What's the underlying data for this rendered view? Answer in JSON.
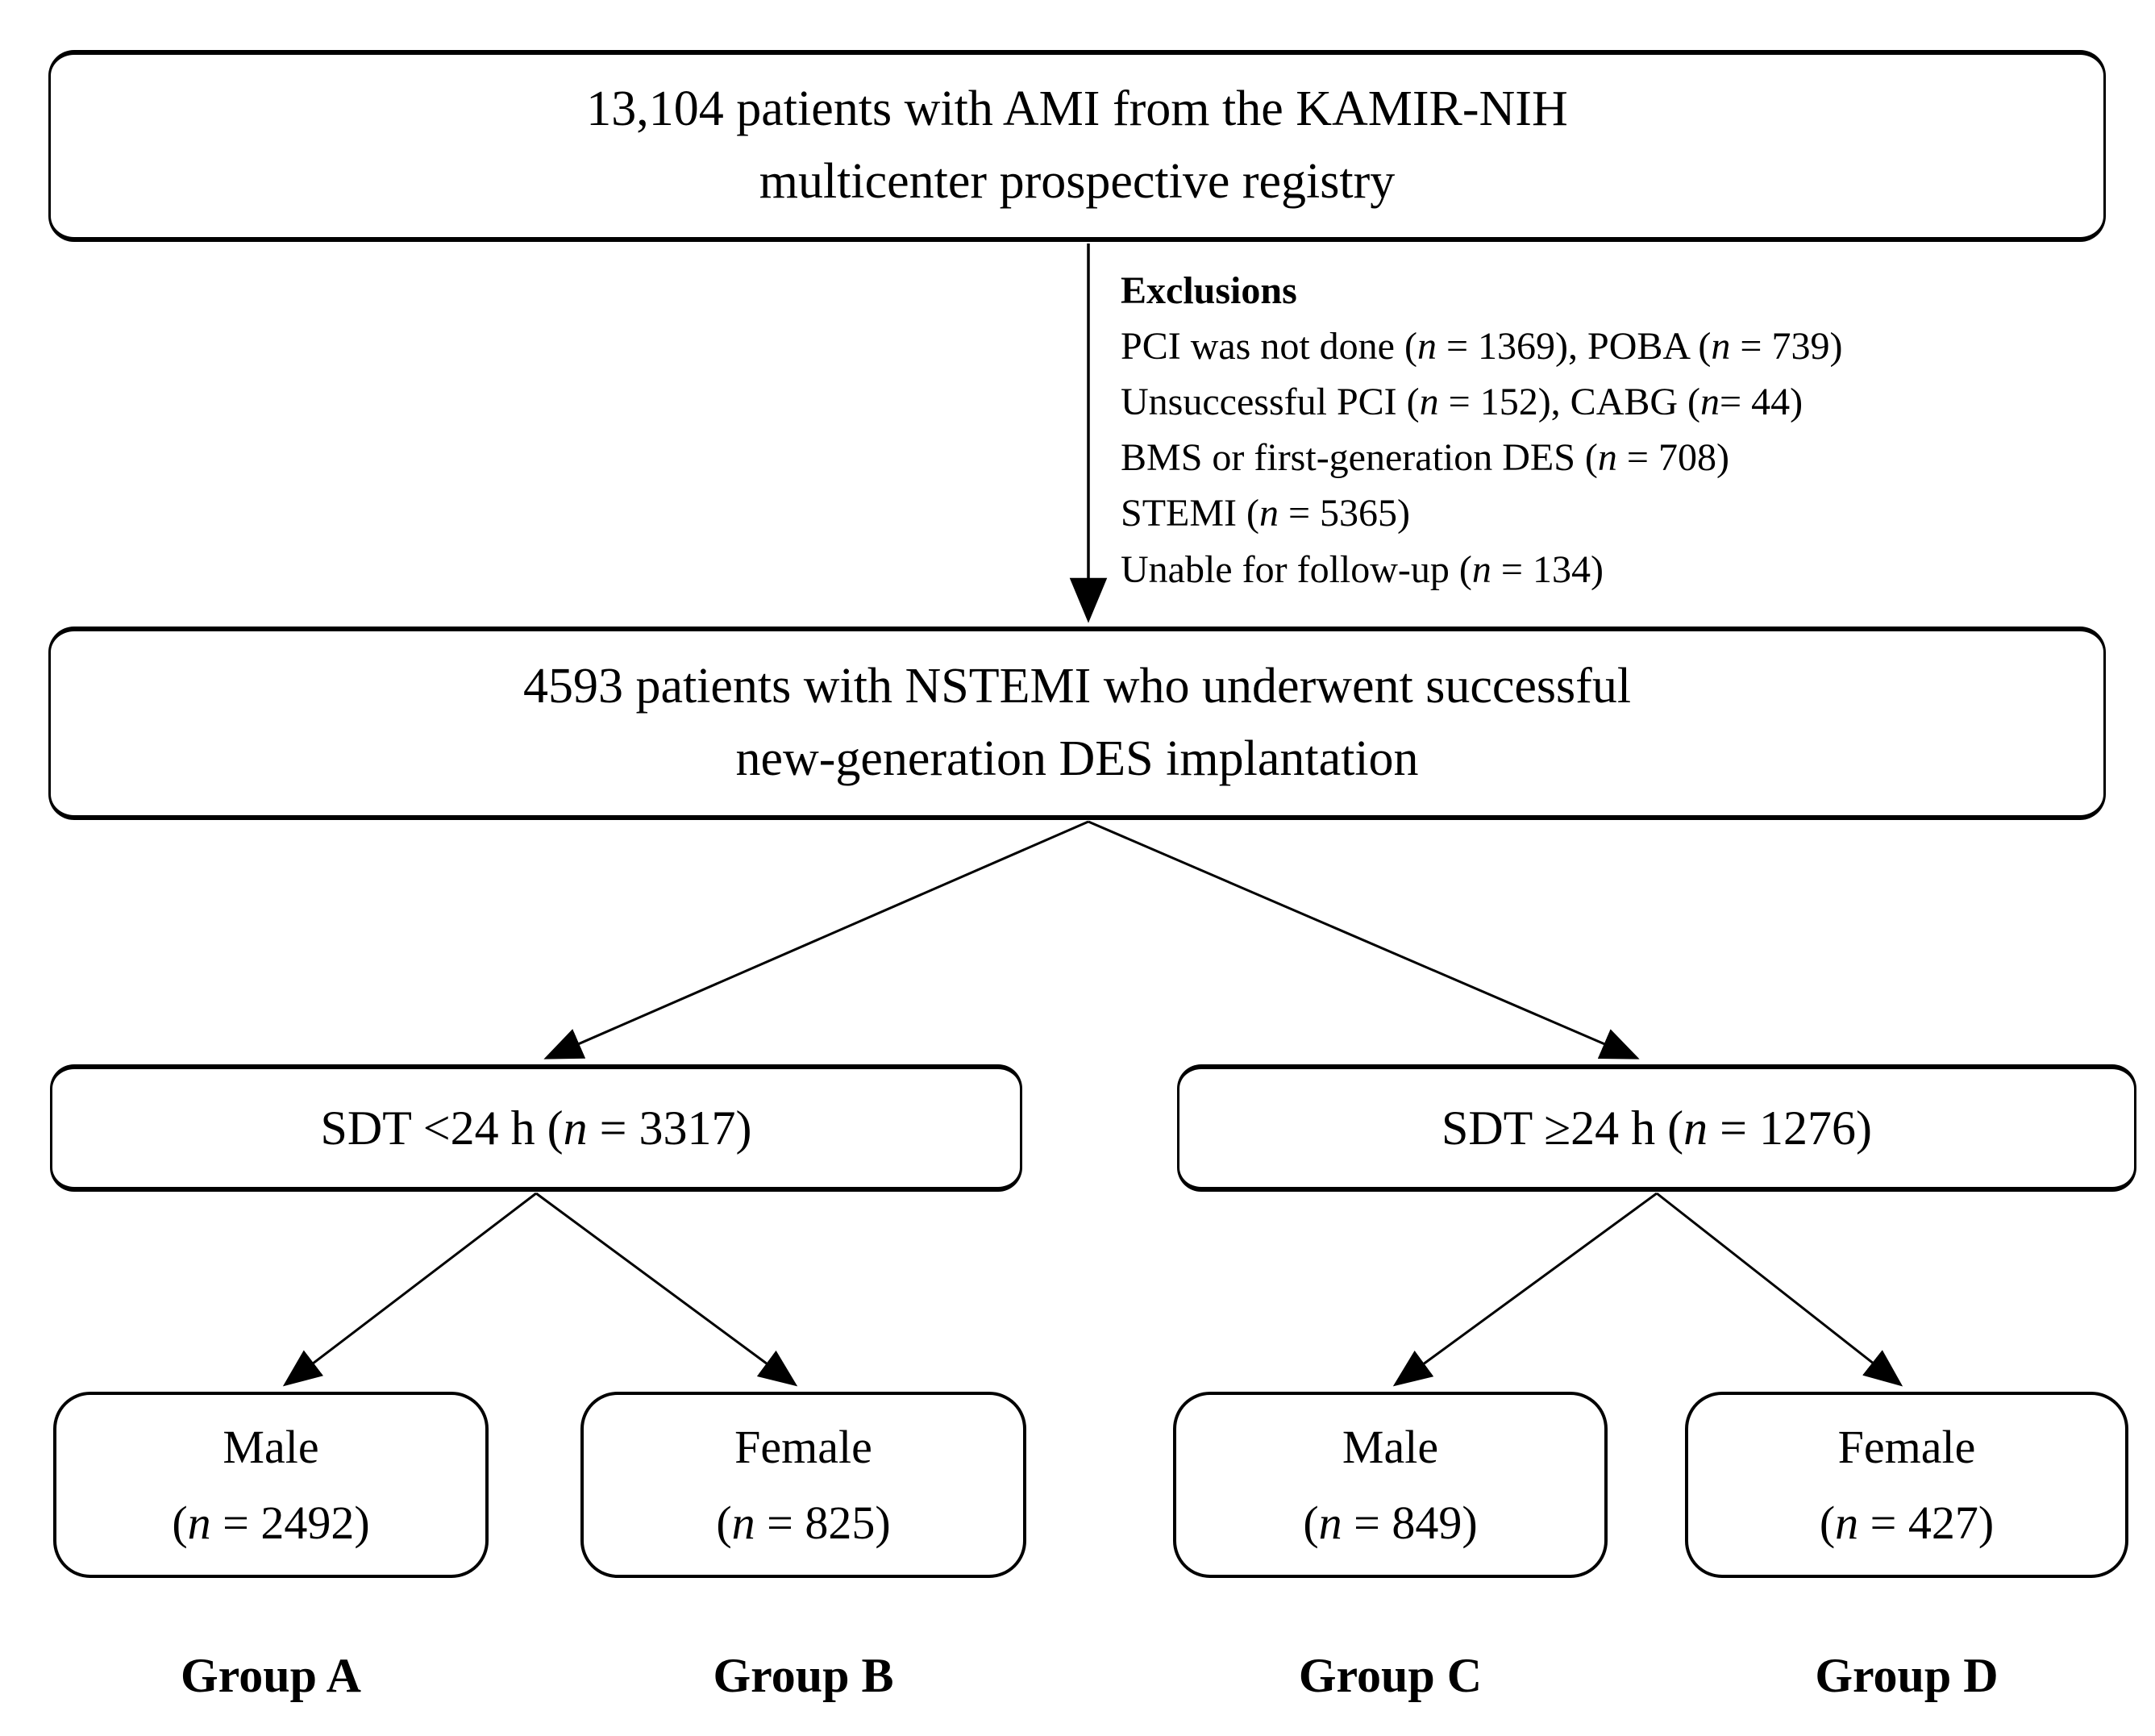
{
  "colors": {
    "background": "#ffffff",
    "line": "#000000",
    "text": "#000000"
  },
  "boxes": {
    "registry": {
      "lines": [
        "13,104 patients with AMI from the KAMIR-NIH",
        "multicenter prospective registry"
      ]
    },
    "exclusions": {
      "title": "Exclusions",
      "items": [
        "PCI was not done (*n* = 1369), POBA (*n* = 739)",
        "Unsuccessful PCI (*n* = 152), CABG (*n*= 44)",
        "BMS or first-generation DES (*n* = 708)",
        "STEMI (*n* = 5365)",
        "Unable for follow-up (*n* = 134)"
      ]
    },
    "nstemi": {
      "lines": [
        "4593 patients with NSTEMI who underwent successful",
        "new-generation DES implantation"
      ]
    },
    "sdt_lt24": {
      "lines": [
        "SDT <24 h (*n* = 3317)"
      ]
    },
    "sdt_ge24": {
      "lines": [
        "SDT ≥24 h (*n* = 1276)"
      ]
    },
    "male_a": {
      "lines": [
        "Male",
        "(*n* = 2492)"
      ]
    },
    "female_b": {
      "lines": [
        "Female",
        "(*n* = 825)"
      ]
    },
    "male_c": {
      "lines": [
        "Male",
        "(*n* = 849)"
      ]
    },
    "female_d": {
      "lines": [
        "Female",
        "(*n* = 427)"
      ]
    }
  },
  "labels": {
    "group_a": "Group A",
    "group_b": "Group B",
    "group_c": "Group C",
    "group_d": "Group D"
  }
}
